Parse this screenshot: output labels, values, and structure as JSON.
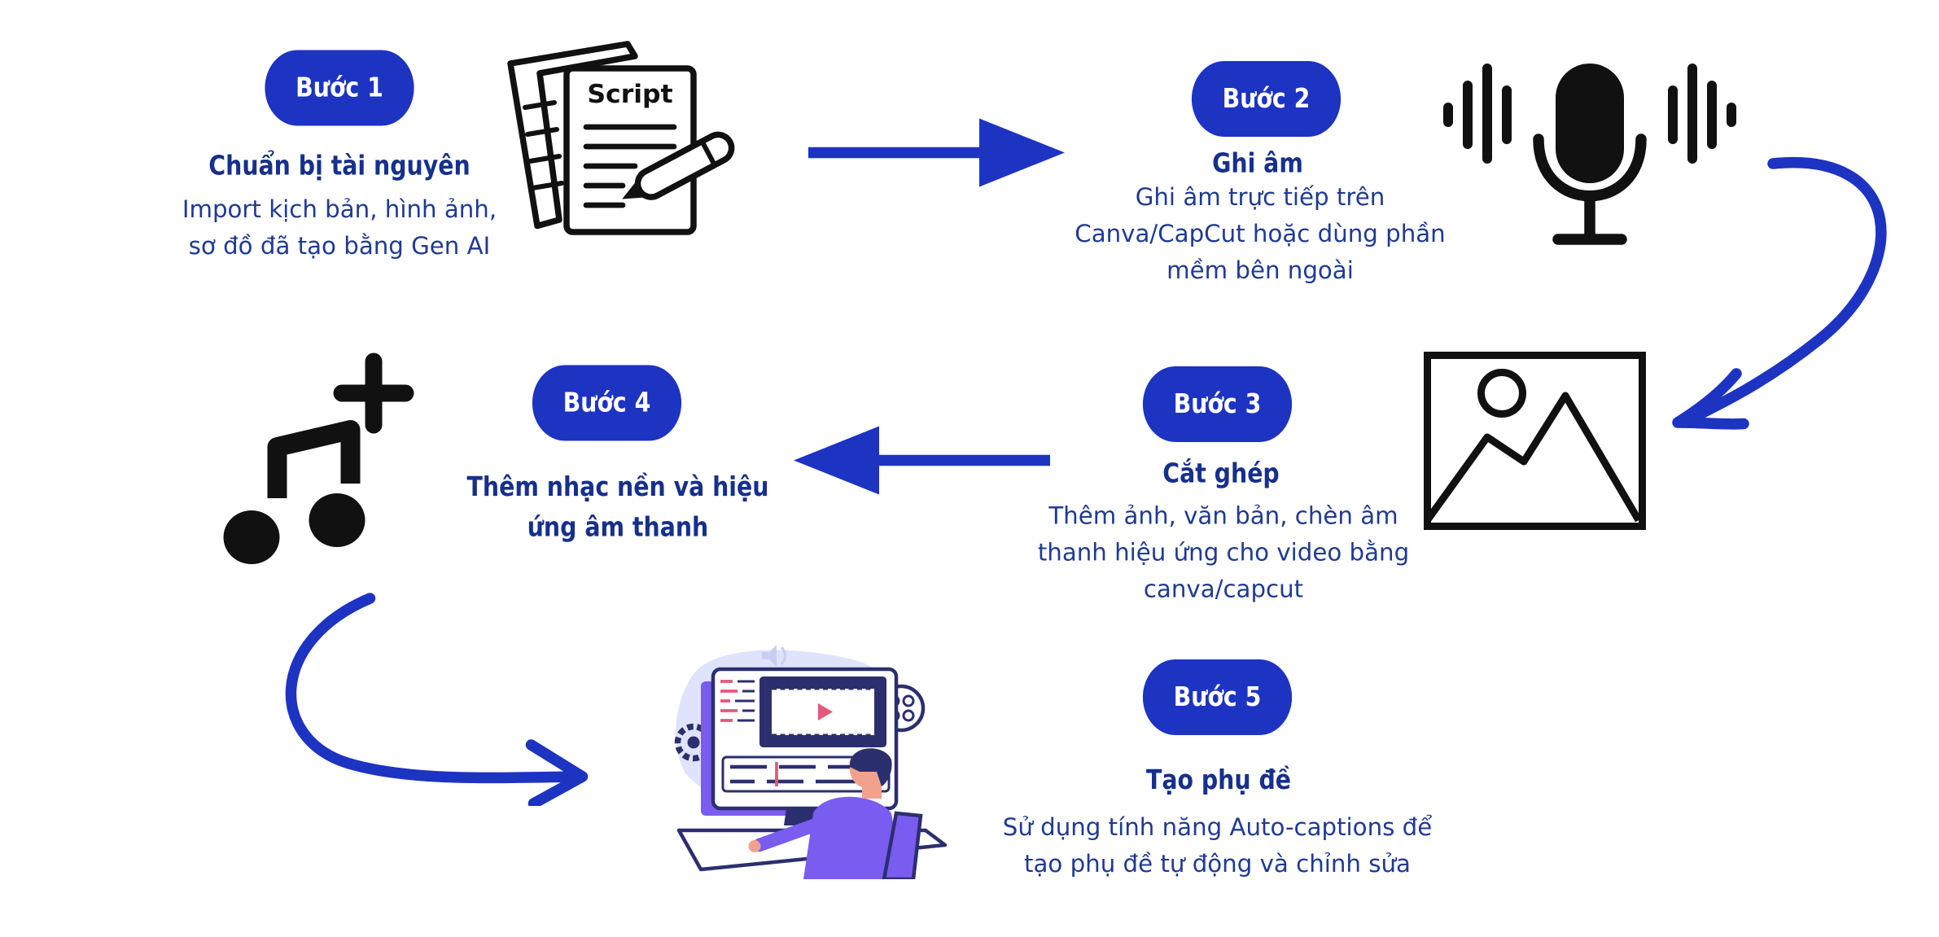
{
  "colors": {
    "accent": "#1d33c2",
    "heading": "#16308c",
    "text": "#1f3a93",
    "icon": "#111111"
  },
  "steps": [
    {
      "badge": "Bước 1",
      "title": [
        "Chuẩn bị tài nguyên"
      ],
      "description": [
        "Import kịch bản, hình ảnh,",
        "sơ đồ đã tạo bằng Gen AI"
      ],
      "icon": "script-document-icon",
      "icon_text": "Script"
    },
    {
      "badge": "Bước 2",
      "title": [
        "Ghi âm"
      ],
      "description": [
        "Ghi âm trực tiếp trên",
        "Canva/CapCut hoặc dùng phần",
        "mềm bên ngoài"
      ],
      "icon": "microphone-icon"
    },
    {
      "badge": "Bước 3",
      "title": [
        "Cắt ghép"
      ],
      "description": [
        "Thêm ảnh, văn bản, chèn âm",
        "thanh hiệu ứng cho video bằng",
        "canva/capcut"
      ],
      "icon": "image-icon"
    },
    {
      "badge": "Bước 4",
      "title": [
        "Thêm nhạc nền và hiệu",
        "ứng âm thanh"
      ],
      "description": [],
      "icon": "music-add-icon"
    },
    {
      "badge": "Bước 5",
      "title": [
        "Tạo phụ đề"
      ],
      "description": [
        "Sử dụng tính năng Auto-captions để",
        "tạo phụ đề tự động và chỉnh sửa"
      ],
      "icon": "video-editor-illustration"
    }
  ]
}
